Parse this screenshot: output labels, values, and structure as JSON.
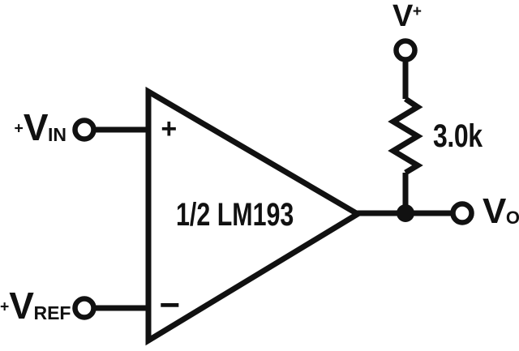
{
  "colors": {
    "ink": "#111111",
    "background": "#ffffff"
  },
  "labels": {
    "supply": {
      "main": "V",
      "sup": "+"
    },
    "input_noninverting": {
      "pre": "+",
      "main": "V",
      "sub": "IN"
    },
    "input_inverting": {
      "pre": "+",
      "main": "V",
      "sub": "REF"
    },
    "output": {
      "main": "V",
      "sub": "O"
    },
    "resistor_value": "3.0k",
    "opamp": "1/2 LM193",
    "plus_sign": "+",
    "minus_sign": "−"
  }
}
